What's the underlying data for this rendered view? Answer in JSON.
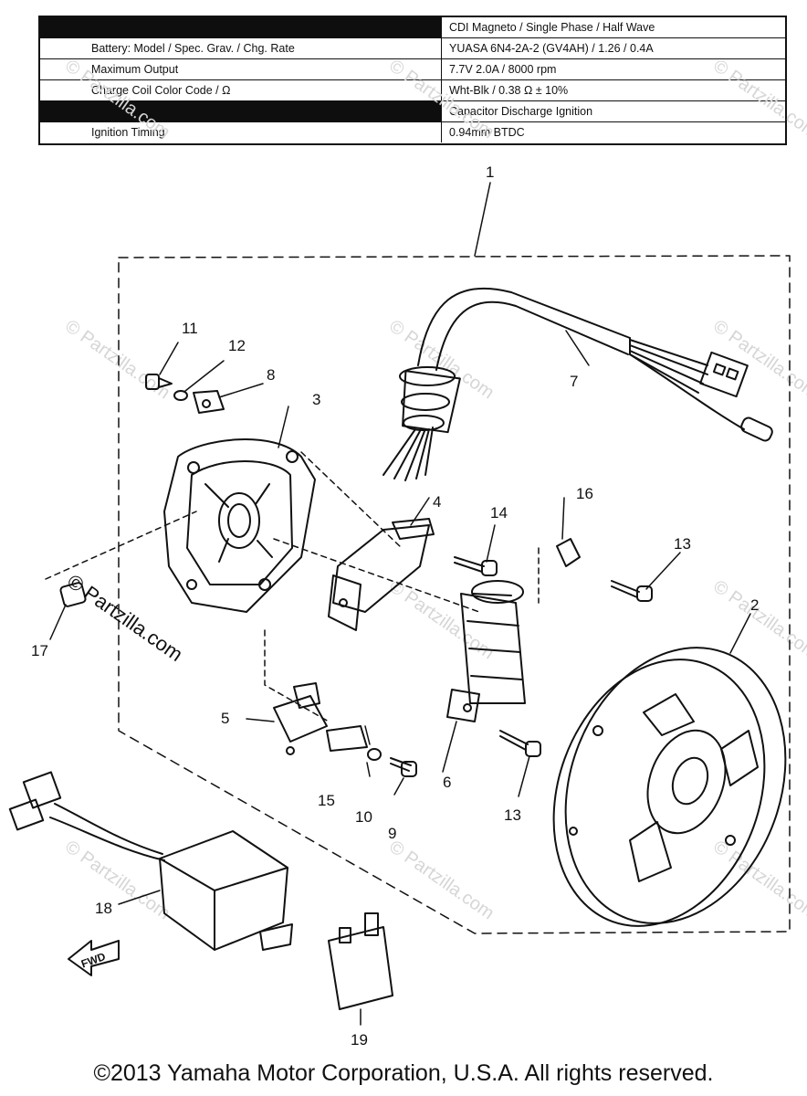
{
  "spec_table": {
    "rows": [
      {
        "key": "",
        "value": "CDI Magneto / Single Phase / Half Wave",
        "dark": true
      },
      {
        "key": "Battery: Model / Spec. Grav. / Chg. Rate",
        "value": "YUASA 6N4-2A-2 (GV4AH) / 1.26 / 0.4A",
        "dark": false
      },
      {
        "key": "Maximum Output",
        "value": "7.7V 2.0A / 8000 rpm",
        "dark": false
      },
      {
        "key": "Charge Coil Color Code / Ω",
        "value": "Wht-Blk / 0.38 Ω ± 10%",
        "dark": false
      },
      {
        "key": "",
        "value": "Capacitor Discharge Ignition",
        "dark": true
      },
      {
        "key": "Ignition Timing",
        "value": "0.94mm BTDC",
        "dark": false
      }
    ]
  },
  "callouts": [
    "1",
    "2",
    "3",
    "4",
    "5",
    "6",
    "7",
    "8",
    "9",
    "10",
    "11",
    "12",
    "13",
    "13",
    "14",
    "15",
    "16",
    "17",
    "18",
    "19"
  ],
  "fwd_label": "FWD",
  "watermark": {
    "small": "© Partzilla.com",
    "large": "© Partzilla.com"
  },
  "footer": "©2013  Yamaha Motor Corporation, U.S.A. All rights reserved."
}
